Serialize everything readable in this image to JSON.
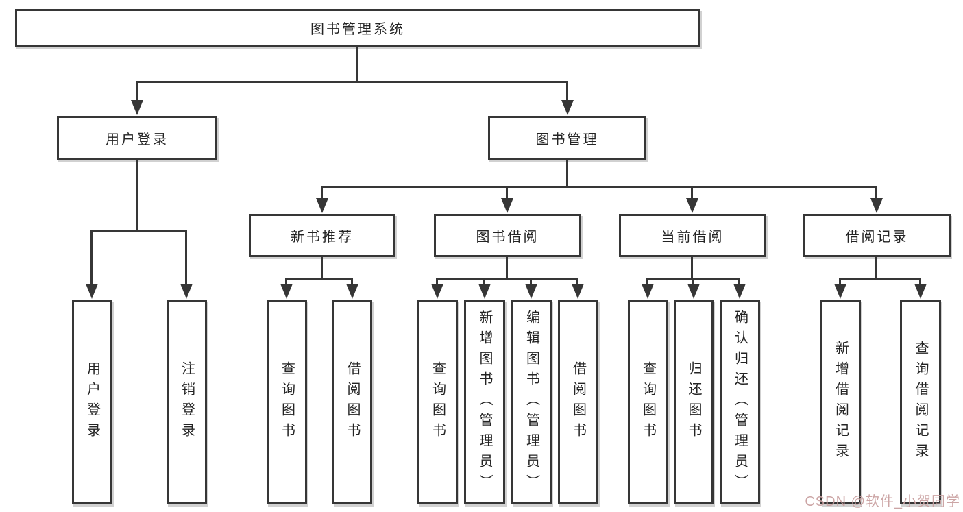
{
  "tree": {
    "root": "图书管理系统",
    "branches": [
      {
        "label": "用户登录",
        "leaves": [
          "用户登录",
          "注销登录"
        ]
      },
      {
        "label": "图书管理",
        "groups": [
          {
            "label": "新书推荐",
            "leaves": [
              "查询图书",
              "借阅图书"
            ]
          },
          {
            "label": "图书借阅",
            "leaves": [
              "查询图书",
              "新增图书（管理员）",
              "编辑图书（管理员）",
              "借阅图书"
            ]
          },
          {
            "label": "当前借阅",
            "leaves": [
              "查询图书",
              "归还图书",
              "确认归还（管理员）"
            ]
          },
          {
            "label": "借阅记录",
            "leaves": [
              "新增借阅记录",
              "查询借阅记录"
            ]
          }
        ]
      }
    ]
  },
  "watermark": "CSDN @软件_小贺同学",
  "colors": {
    "line": "#363636",
    "text": "#242424",
    "background": "#ffffff",
    "watermark": "#c9a0a0"
  }
}
